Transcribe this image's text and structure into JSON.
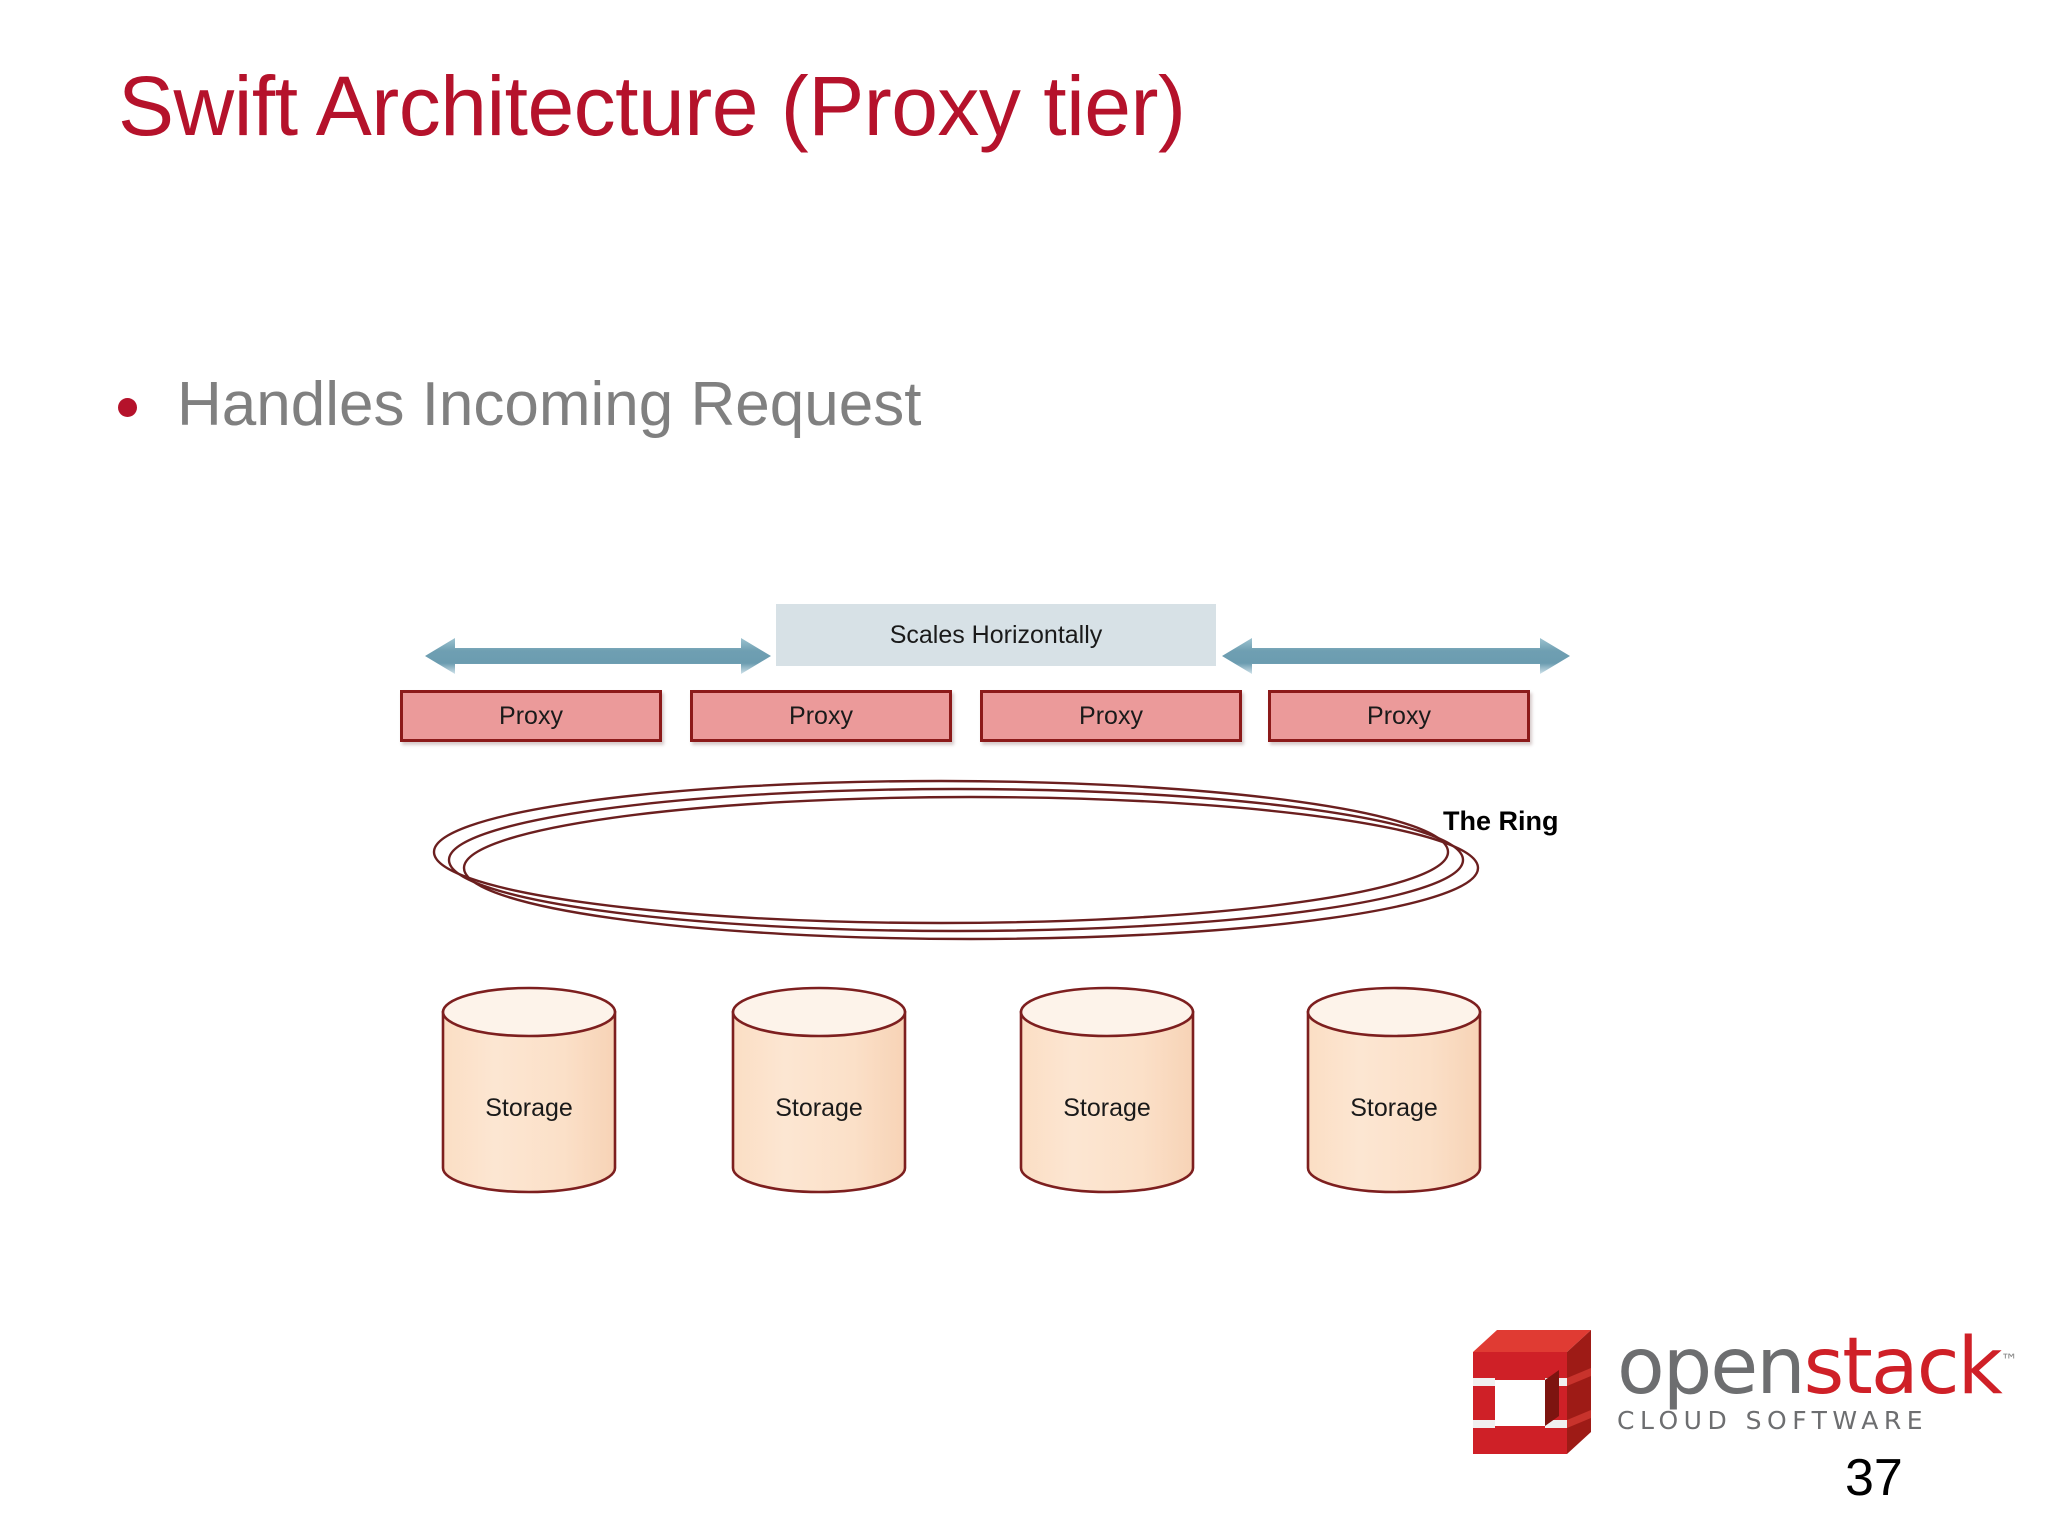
{
  "slide": {
    "title": "Swift Architecture (Proxy tier)",
    "title_color": "#b5122b",
    "page_number": "37",
    "background": "#ffffff"
  },
  "bullets": [
    {
      "text": "Handles Incoming Request",
      "bullet_glyph": "bullet-dot",
      "color": "#808080"
    }
  ],
  "diagram": {
    "name": "swift-proxy-tier-architecture",
    "scales_band": {
      "label": "Scales Horizontally",
      "fill": "#d7e1e6"
    },
    "arrows": [
      {
        "name": "arrow-left",
        "direction": "double-headed-horizontal",
        "color": "#6fa2b5"
      },
      {
        "name": "arrow-right",
        "direction": "double-headed-horizontal",
        "color": "#6fa2b5"
      }
    ],
    "proxy_tier": {
      "fill": "#eb9a9a",
      "stroke": "#8c1a1a",
      "nodes": [
        {
          "label": "Proxy"
        },
        {
          "label": "Proxy"
        },
        {
          "label": "Proxy"
        },
        {
          "label": "Proxy"
        }
      ]
    },
    "ring": {
      "label": "The Ring",
      "stroke": "#6b1f1f",
      "ellipse_count": 3
    },
    "storage_tier": {
      "fill": "#fbe2cb",
      "top_fill": "#fdf0e4",
      "stroke": "#7d1f1f",
      "nodes": [
        {
          "label": "Storage"
        },
        {
          "label": "Storage"
        },
        {
          "label": "Storage"
        },
        {
          "label": "Storage"
        }
      ]
    }
  },
  "logo": {
    "name": "openstack-logo",
    "word_open": "open",
    "word_stack": "stack",
    "trademark": "™",
    "tagline": "CLOUD SOFTWARE",
    "mark_color": "#cf2027",
    "open_color": "#6d6e70",
    "stack_color": "#cf2027"
  }
}
